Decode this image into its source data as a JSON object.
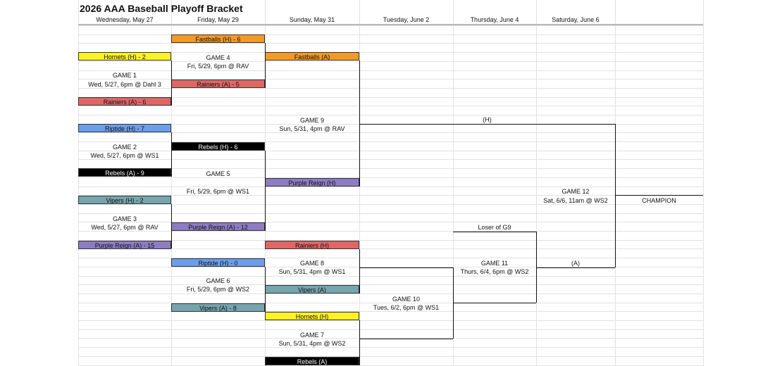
{
  "title": "2026 AAA Baseball Playoff Bracket",
  "days": [
    {
      "label": "Wednesday, May 27"
    },
    {
      "label": "Friday, May 29"
    },
    {
      "label": "Sunday, May 31"
    },
    {
      "label": "Tuesday, June 2"
    },
    {
      "label": "Thursday, June 4"
    },
    {
      "label": "Saturday, June 6"
    }
  ],
  "colors": {
    "fastballs": "#f39a26",
    "hornets": "#fff224",
    "rainiers": "#e06666",
    "riptide": "#6d9eeb",
    "rebels": "#000000",
    "vipers": "#76a5af",
    "purple_reign": "#8e7cc3"
  },
  "teams": {
    "g4_top": "Fastballs (H) - 6",
    "g1_top": "Hornets (H) - 2",
    "g1_bottom": "Rainiers (A) - 6",
    "g4_bottom": "Rainiers (A) - 5",
    "g9_top": "Fastballs (A)",
    "g2_top": "Riptide (H) - 7",
    "g5_top": "Rebels (H) - 6",
    "g2_bottom": "Rebels (A) - 9",
    "g9_bottom": "Purple Reign (H)",
    "g3_top": "Vipers (H) - 2",
    "g5_bottom": "Purple Reign (A) - 12",
    "g3_bottom": "Purple Reign (A) - 15",
    "g8_top": "Rainiers (H)",
    "g6_top": "Riptide (H) - 0",
    "g8_bottom": "Vipers (A)",
    "g6_bottom": "Vipers (A) - 8",
    "g7_top": "Hornets (H)",
    "g7_bottom": "Rebels (A)"
  },
  "games": {
    "g1": {
      "name": "GAME 1",
      "detail": "Wed, 5/27, 6pm @ Dahl 3"
    },
    "g2": {
      "name": "GAME 2",
      "detail": "Wed, 5/27, 6pm @ WS1"
    },
    "g3": {
      "name": "GAME 3",
      "detail": "Wed, 5/27, 6pm @ RAV"
    },
    "g4": {
      "name": "GAME 4",
      "detail": "Fri, 5/29, 6pm @ RAV"
    },
    "g5": {
      "name": "GAME 5",
      "detail": "Fri, 5/29, 6pm @ WS1"
    },
    "g6": {
      "name": "GAME 6",
      "detail": "Fri, 5/29, 6pm @ WS2"
    },
    "g7": {
      "name": "GAME 7",
      "detail": "Sun, 5/31, 4pm @ WS2"
    },
    "g8": {
      "name": "GAME 8",
      "detail": "Sun, 5/31, 4pm @ WS1"
    },
    "g9": {
      "name": "GAME 9",
      "detail": "Sun, 5/31, 4pm @ RAV"
    },
    "g10": {
      "name": "GAME 10",
      "detail": "Tues, 6/2, 6pm @ WS1"
    },
    "g11": {
      "name": "GAME 11",
      "detail": "Thurs, 6/4, 6pm @ WS2"
    },
    "g12": {
      "name": "GAME 12",
      "detail": "Sat, 6/6, 11am @ WS2"
    }
  },
  "labels": {
    "g12_home": "(H)",
    "g12_away": "(A)",
    "loser_g9": "Loser of G9",
    "champion": "CHAMPION"
  }
}
